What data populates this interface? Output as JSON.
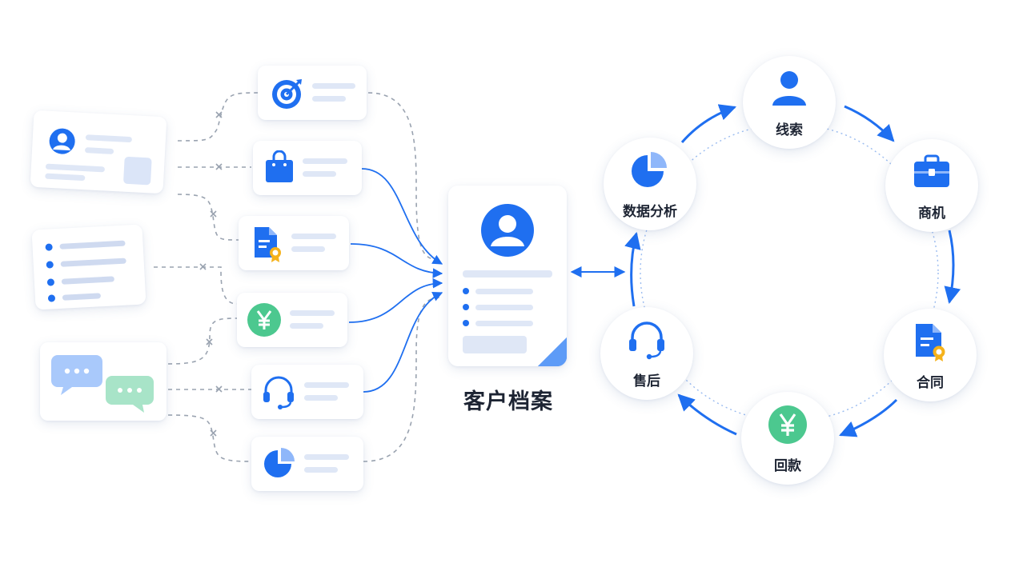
{
  "center": {
    "title": "客户档案"
  },
  "cycle": {
    "nodes": [
      {
        "id": "clue",
        "label": "线索",
        "icon": "person-icon"
      },
      {
        "id": "opportunity",
        "label": "商机",
        "icon": "briefcase-icon"
      },
      {
        "id": "contract",
        "label": "合同",
        "icon": "contract-document-icon"
      },
      {
        "id": "payment",
        "label": "回款",
        "icon": "yuan-icon"
      },
      {
        "id": "after_sales",
        "label": "售后",
        "icon": "headset-icon"
      },
      {
        "id": "analytics",
        "label": "数据分析",
        "icon": "pie-chart-icon"
      }
    ]
  },
  "sources": [
    {
      "icon": "id-card-icon"
    },
    {
      "icon": "bullet-list-icon"
    },
    {
      "icon": "chat-bubbles-icon"
    }
  ],
  "modules": [
    {
      "icon": "target-icon",
      "connected": false
    },
    {
      "icon": "shopping-bag-icon",
      "connected": true
    },
    {
      "icon": "contract-document-icon",
      "connected": true
    },
    {
      "icon": "yuan-icon",
      "connected": true
    },
    {
      "icon": "headset-icon",
      "connected": true
    },
    {
      "icon": "pie-chart-icon",
      "connected": false
    }
  ],
  "colors": {
    "accent": "#1f6ff0",
    "green": "#4cc88f",
    "gold": "#f5b21b",
    "dashed": "#9aa3b0"
  }
}
